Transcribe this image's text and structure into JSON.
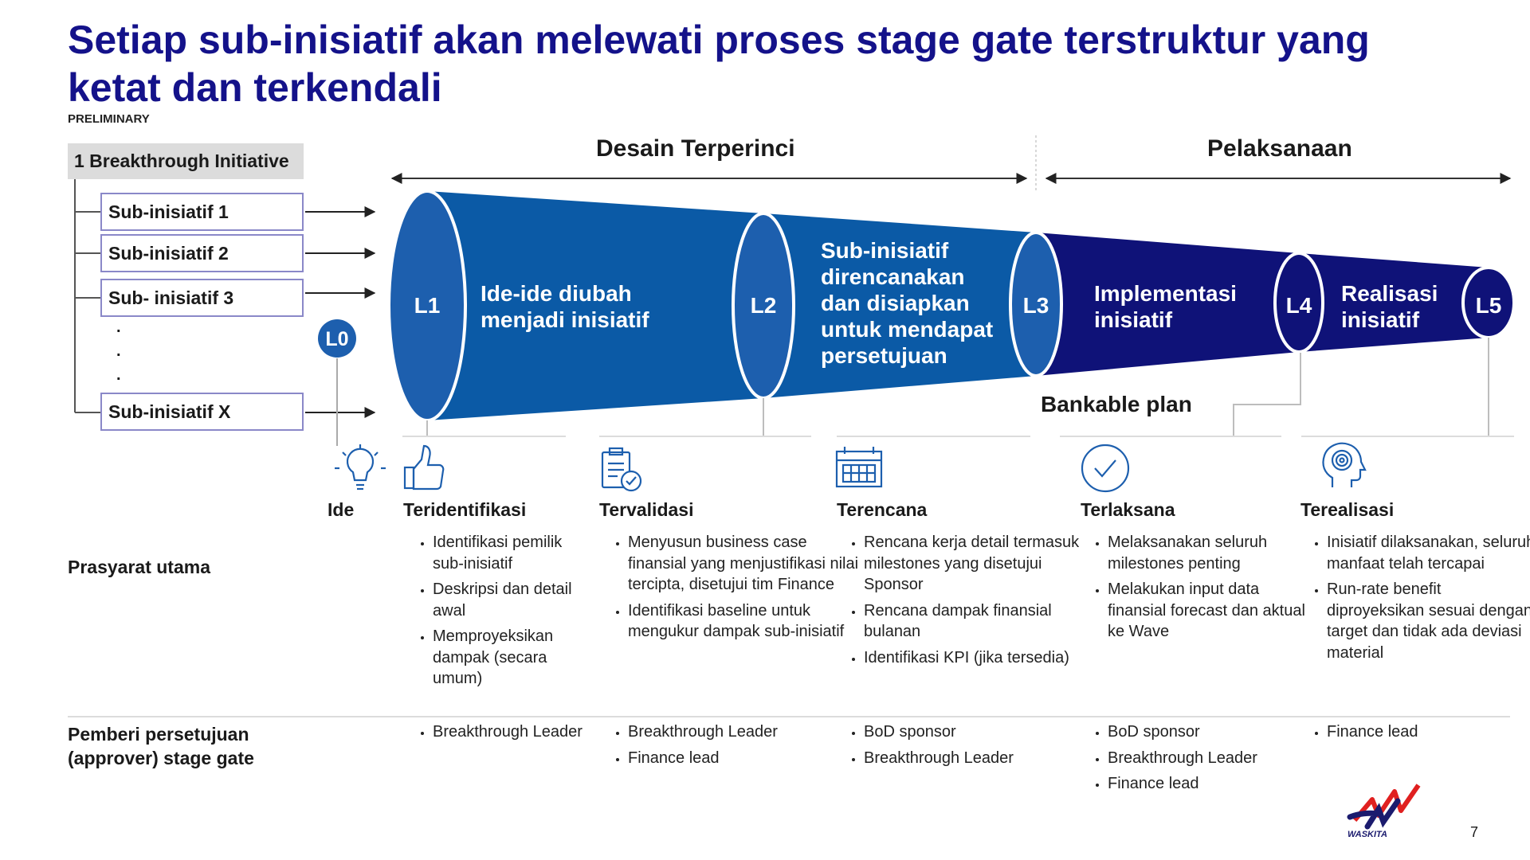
{
  "title": "Setiap sub-inisiatif akan melewati proses stage gate terstruktur yang ketat dan terkendali",
  "preliminary": "PRELIMINARY",
  "breakthrough_initiative": "1 Breakthrough Initiative",
  "sub_initiatives": [
    "Sub-inisiatif 1",
    "Sub-inisiatif 2",
    "Sub- inisiatif 3",
    "Sub-inisiatif X"
  ],
  "ellipsis_dots": [
    ".",
    ".",
    "."
  ],
  "phases": {
    "design": "Desain Terperinci",
    "execution": "Pelaksanaan"
  },
  "gates": [
    "L0",
    "L1",
    "L2",
    "L3",
    "L4",
    "L5"
  ],
  "funnel_texts": {
    "seg1": [
      "Ide-ide diubah",
      "menjadi inisiatif"
    ],
    "seg2": [
      "Sub-inisiatif",
      "direncanakan",
      "dan disiapkan",
      "untuk mendapat",
      "persetujuan"
    ],
    "seg3": [
      "Implementasi",
      "inisiatif"
    ],
    "seg4": [
      "Realisasi",
      "inisiatif"
    ]
  },
  "bankable_plan": "Bankable plan",
  "stages": [
    {
      "icon": "lightbulb-icon",
      "name": "Ide"
    },
    {
      "icon": "thumbs-up-icon",
      "name": "Teridentifikasi"
    },
    {
      "icon": "clipboard-check-icon",
      "name": "Tervalidasi"
    },
    {
      "icon": "calendar-icon",
      "name": "Terencana"
    },
    {
      "icon": "check-circle-icon",
      "name": "Terlaksana"
    },
    {
      "icon": "head-target-icon",
      "name": "Terealisasi"
    }
  ],
  "row_labels": {
    "prerequisites": "Prasyarat utama",
    "approver": [
      "Pemberi persetujuan",
      "(approver) stage gate"
    ]
  },
  "prerequisites": [
    [
      "Identifikasi pemilik sub-inisiatif",
      "Deskripsi dan detail awal",
      "Memproyeksikan dampak (secara umum)"
    ],
    [
      "Menyusun business case finansial yang menjustifikasi nilai tercipta, disetujui tim Finance",
      "Identifikasi baseline untuk mengukur dampak sub-inisiatif"
    ],
    [
      "Rencana kerja detail termasuk milestones yang disetujui Sponsor",
      "Rencana dampak finansial bulanan",
      "Identifikasi KPI (jika tersedia)"
    ],
    [
      "Melaksanakan seluruh milestones penting",
      "Melakukan input data finansial forecast dan aktual ke Wave"
    ],
    [
      "Inisiatif dilaksanakan, seluruh manfaat telah tercapai",
      "Run-rate benefit diproyeksikan sesuai dengan target dan tidak ada deviasi material"
    ]
  ],
  "approvers": [
    [
      "Breakthrough Leader"
    ],
    [
      "Breakthrough Leader",
      "Finance lead"
    ],
    [
      "BoD sponsor",
      "Breakthrough Leader"
    ],
    [
      "BoD sponsor",
      "Breakthrough Leader",
      "Finance lead"
    ],
    [
      "Finance lead"
    ]
  ],
  "logo_text": "WASKITA",
  "page_number": "7",
  "colors": {
    "title": "#14128a",
    "funnel_light": "#0b5aa6",
    "funnel_dark": "#0f1278",
    "gate_fill": "#1d5fae",
    "box_border": "#8a88c8"
  }
}
